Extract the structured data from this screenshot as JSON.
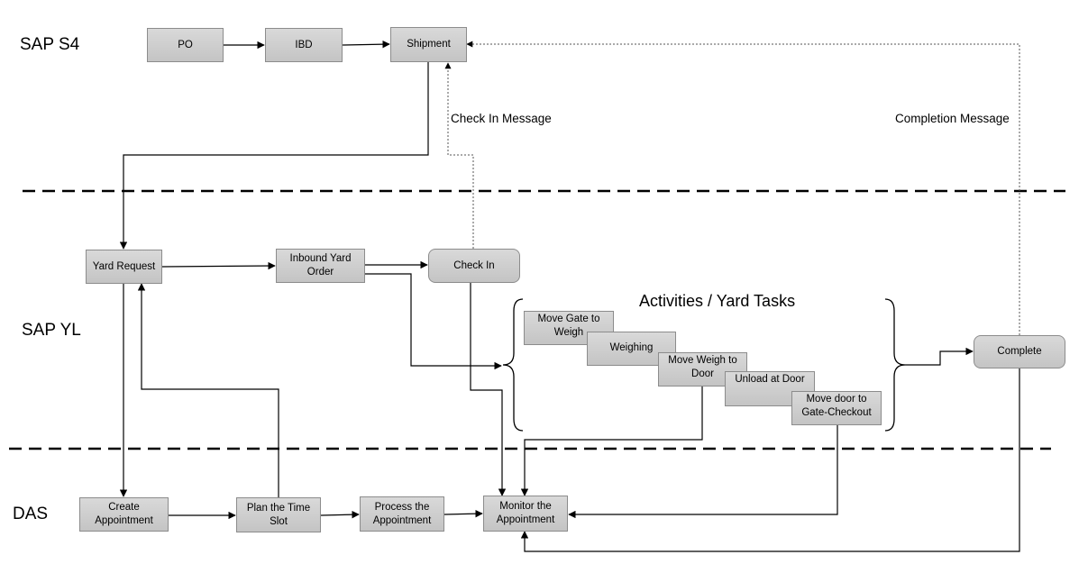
{
  "lanes": {
    "s4": "SAP S4",
    "yl": "SAP YL",
    "das": "DAS"
  },
  "nodes": {
    "po": "PO",
    "ibd": "IBD",
    "shipment": "Shipment",
    "yard_request": "Yard Request",
    "inbound_yard_order": "Inbound Yard Order",
    "check_in": "Check In",
    "move_gate_to_weigh": "Move Gate to Weigh",
    "weighing": "Weighing",
    "move_weigh_to_door": "Move Weigh to Door",
    "unload_at_door": "Unload at Door",
    "move_door_to_gate_checkout": "Move door to Gate-Checkout",
    "complete": "Complete",
    "create_appointment": "Create Appointment",
    "plan_time_slot": "Plan the Time Slot",
    "process_appointment": "Process the Appointment",
    "monitor_appointment": "Monitor the Appointment"
  },
  "labels": {
    "check_in_message": "Check In Message",
    "completion_message": "Completion Message",
    "activities_heading": "Activities / Yard Tasks"
  },
  "colors": {
    "box_fill": "#cfcfcf",
    "box_border": "#8c8c8c",
    "line": "#000000"
  }
}
